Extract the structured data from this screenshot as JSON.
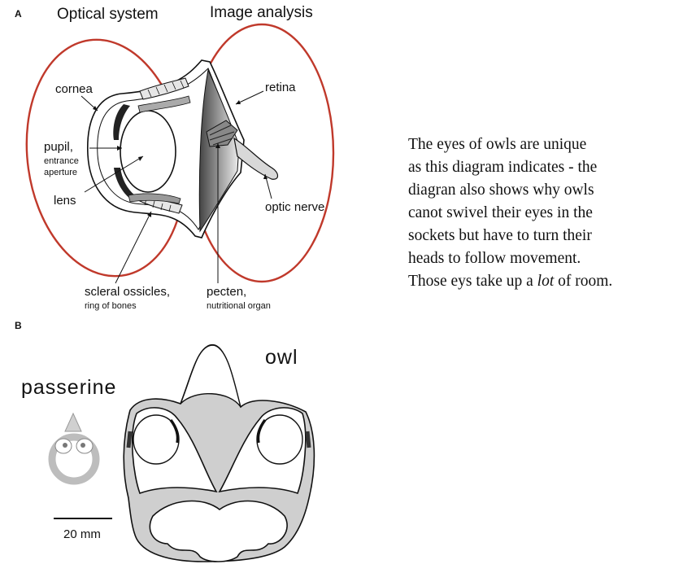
{
  "panel_a": {
    "letter": "A",
    "heading_left": "Optical system",
    "heading_right": "Image analysis",
    "labels": {
      "cornea": "cornea",
      "pupil": "pupil,",
      "entrance": "entrance",
      "aperture": "aperture",
      "lens": "lens",
      "retina": "retina",
      "optic_nerve": "optic nerve",
      "scleral": "scleral ossicles,",
      "ring": "ring of bones",
      "pecten": "pecten,",
      "nutritional": "nutritional organ"
    }
  },
  "panel_b": {
    "letter": "B",
    "passerine": "passerine",
    "owl": "owl",
    "scale_label": "20 mm"
  },
  "caption": {
    "lines": [
      "The eyes of owls are unique",
      "as this diagram indicates - the",
      "diagran also shows why owls",
      "canot swivel their eyes in the",
      "sockets but have to turn their",
      "heads to follow movement."
    ],
    "last_before": "Those eys take up a ",
    "last_italic": "lot",
    "last_after": " of room."
  },
  "colors": {
    "ellipse": "#c0392b",
    "gray": "#c8c8c8",
    "dark": "#555555"
  }
}
